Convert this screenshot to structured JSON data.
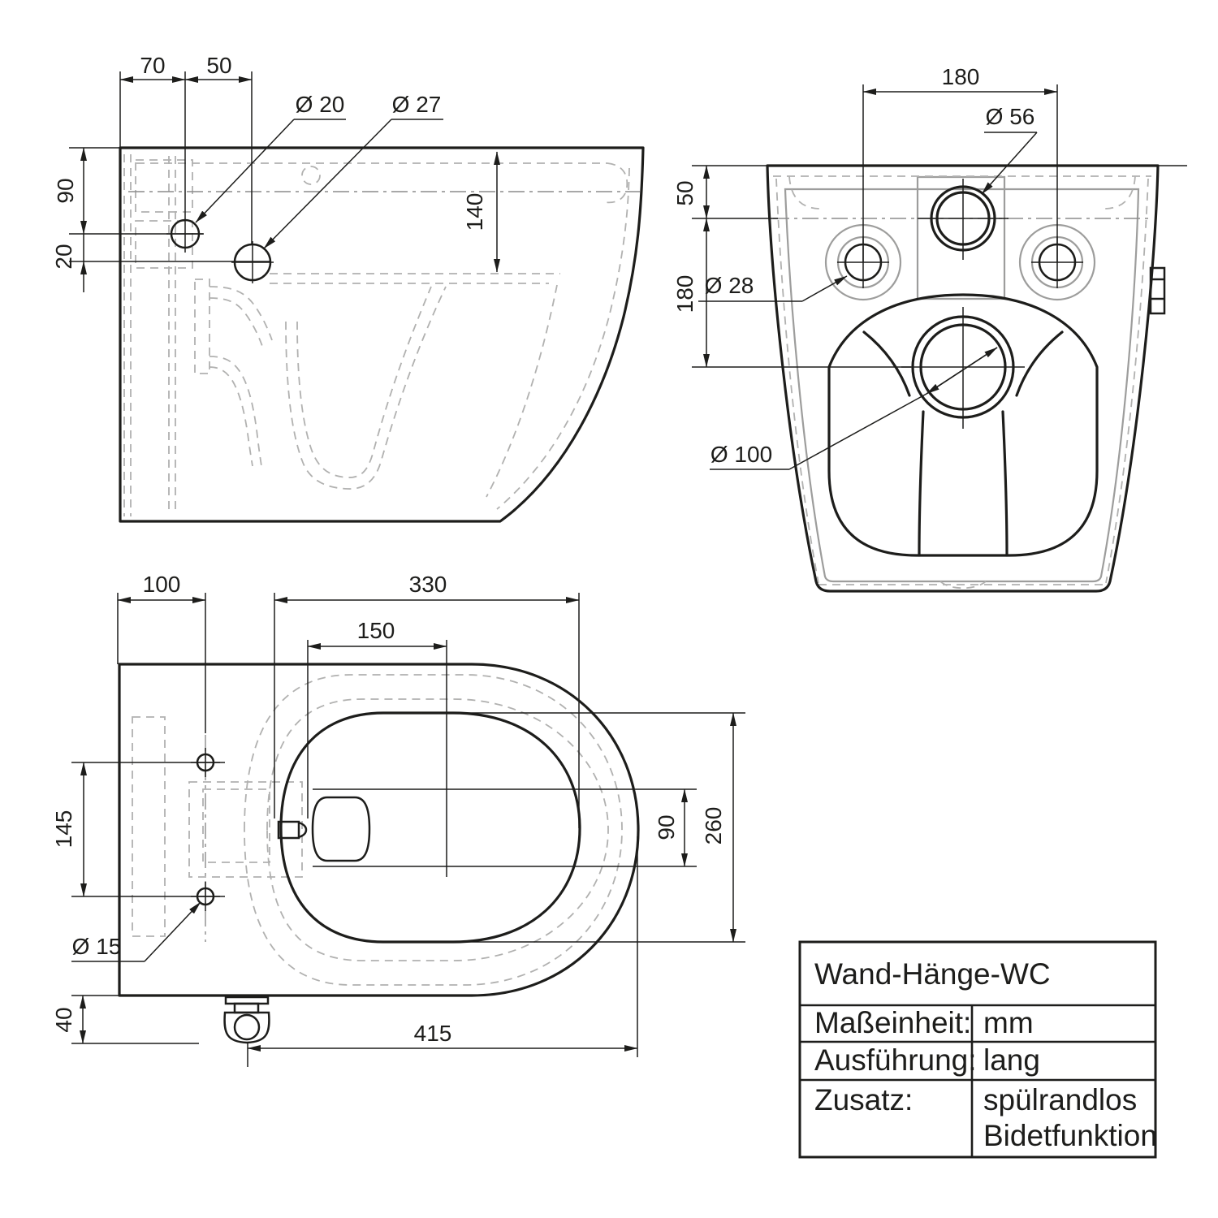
{
  "colors": {
    "ink": "#1d1d1b",
    "gray_line": "#9d9d9c",
    "dashed_line": "#b1b1b0",
    "background": "#ffffff"
  },
  "views": {
    "side": {
      "dims": {
        "w70": "70",
        "w50": "50",
        "dia20": "Ø 20",
        "dia27": "Ø 27",
        "h90": "90",
        "h20": "20",
        "h140": "140"
      }
    },
    "rear": {
      "dims": {
        "w180": "180",
        "dia56": "Ø 56",
        "h50": "50",
        "h180": "180",
        "dia28": "Ø 28",
        "dia100": "Ø 100"
      }
    },
    "top": {
      "dims": {
        "w100": "100",
        "w330": "330",
        "w150": "150",
        "h145": "145",
        "dia15": "Ø 15",
        "h40": "40",
        "w415": "415",
        "h90": "90",
        "h260": "260"
      }
    }
  },
  "table": {
    "title": "Wand-Hänge-WC",
    "rows": [
      {
        "label": "Maßeinheit:",
        "value": "mm"
      },
      {
        "label": "Ausführung:",
        "value": "lang"
      },
      {
        "label": "Zusatz:",
        "value": "spülrandlos",
        "value_line2": "Bidetfunktion"
      }
    ]
  }
}
